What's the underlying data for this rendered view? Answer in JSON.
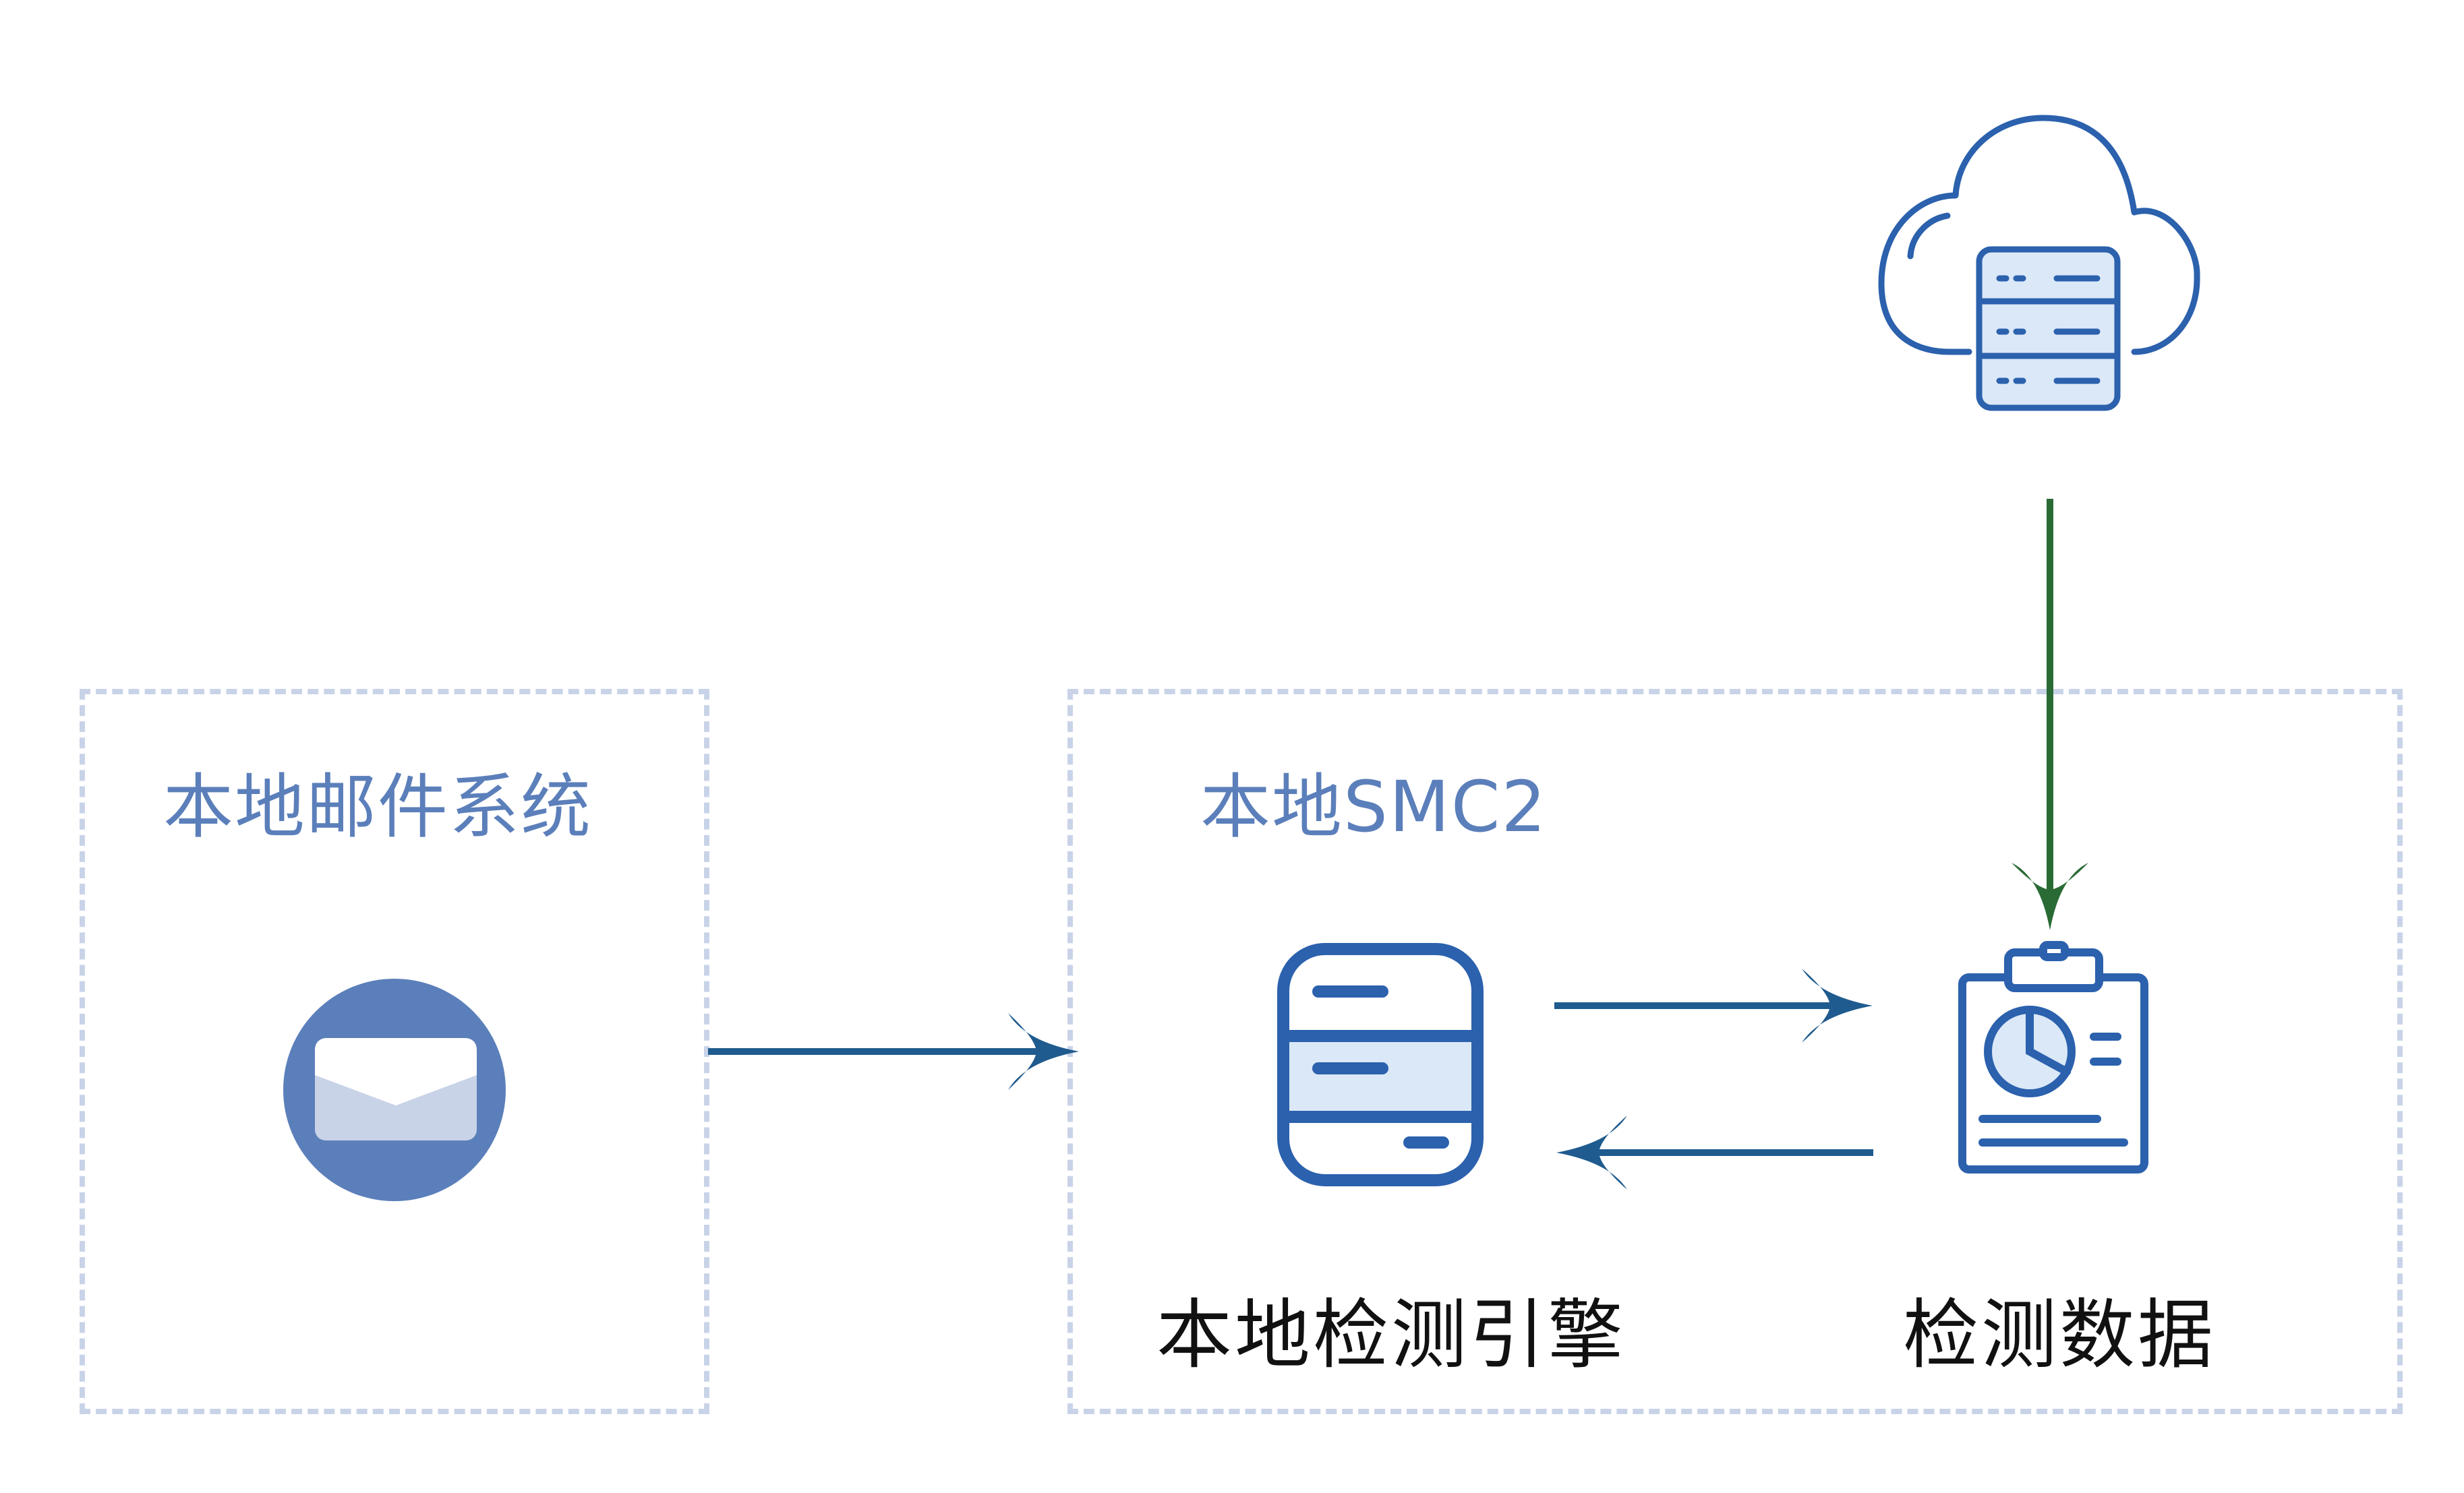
{
  "groups": {
    "mail_system": {
      "title": "本地邮件系统"
    },
    "smc": {
      "title": "本地SMC2"
    }
  },
  "nodes": {
    "engine": {
      "label": "本地检测引擎"
    },
    "data": {
      "label": "检测数据"
    }
  },
  "icons": {
    "mail": "envelope-icon",
    "cloud": "cloud-server-icon",
    "engine": "server-icon",
    "data": "clipboard-chart-icon"
  },
  "colors": {
    "dash": "#c9d3e8",
    "group_title": "#5b7fba",
    "arrow_blue": "#1f5b8e",
    "arrow_green": "#2a6b35",
    "icon_blue": "#2b61ad",
    "icon_fill": "#dbe8f7",
    "mail_circle": "#5b7fba"
  }
}
